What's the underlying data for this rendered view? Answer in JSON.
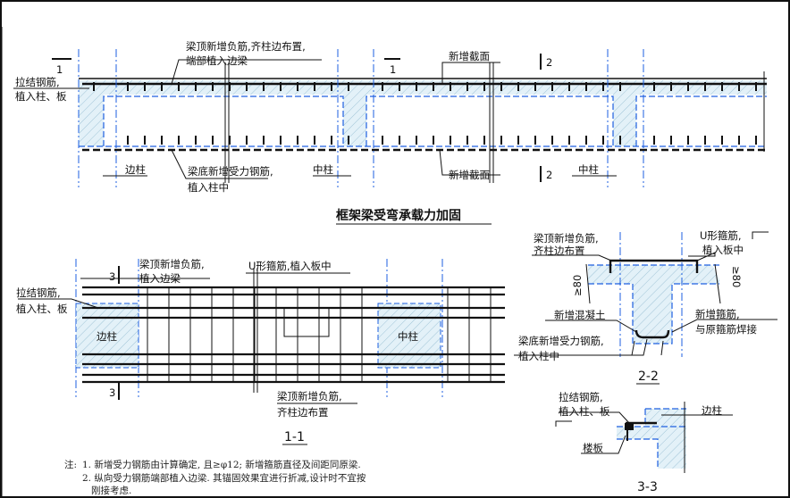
{
  "elevation": {
    "label_top_bars": [
      "梁顶新增负筋,齐柱边布置,",
      "端部植入边梁"
    ],
    "label_tie_bars": [
      "拉结钢筋,",
      "植入柱、板"
    ],
    "label_new_section_top": "新增截面",
    "label_new_section_bottom": "新增截面",
    "label_bottom_bars": [
      "梁底新增受力钢筋,",
      "植入柱中"
    ],
    "edge_column": "边柱",
    "middle_column": "中柱",
    "section_marks": {
      "one": "1",
      "two": "2"
    }
  },
  "title": "框架梁受弯承载力加固",
  "plan_1_1": {
    "label_top_bars": [
      "梁顶新增负筋,",
      "植入边梁"
    ],
    "label_u_stirrup": "U形箍筋,植入板中",
    "label_tie_bars": [
      "拉结钢筋,",
      "植入柱、板"
    ],
    "edge_column": "边柱",
    "middle_column": "中柱",
    "label_top_bars_bottom": [
      "梁顶新增负筋,",
      "齐柱边布置"
    ],
    "section_mark": "3",
    "caption": "1-1"
  },
  "section_2_2": {
    "label_top_bars": [
      "梁顶新增负筋,",
      "齐柱边布置"
    ],
    "label_u_stirrup": [
      "U形箍筋,",
      "植入板中"
    ],
    "dim_left": "≥80",
    "dim_right": "≥80",
    "label_new_concrete": "新增混凝土",
    "label_new_stirrup": [
      "新增箍筋,",
      "与原箍筋焊接"
    ],
    "label_bottom_bars": [
      "梁底新增受力钢筋,",
      "植入柱中"
    ],
    "caption": "2-2"
  },
  "section_3_3": {
    "label_tie_bars": [
      "拉结钢筋,",
      "植入柱、板"
    ],
    "edge_column": "边柱",
    "slab": "楼板",
    "caption": "3-3"
  },
  "notes": {
    "prefix": "注:",
    "items": [
      "1. 新增受力钢筋由计算确定, 且≥φ12; 新增箍筋直径及间距同原梁.",
      "2. 纵向受力钢筋端部植入边梁. 其锚固效果宜进行折减,设计时不宜按",
      "刚接考虑."
    ]
  }
}
